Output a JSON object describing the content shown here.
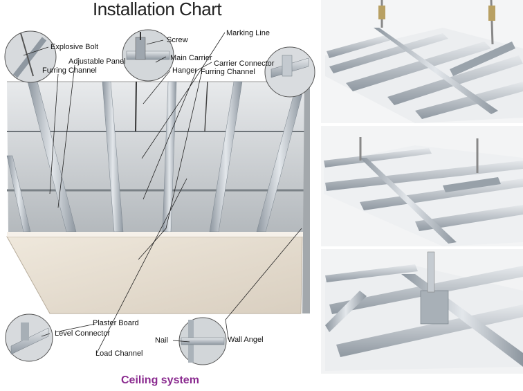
{
  "title": "Installation Chart",
  "caption": "Ceiling system",
  "labels": {
    "explosive_bolt": "Explosive Bolt",
    "adjustable_panel": "Adjustable Panel",
    "furring_channel_left": "Furring Channel",
    "screw": "Screw",
    "main_carrier": "Main Carrier",
    "hanger": "Hanger",
    "marking_line": "Marking Line",
    "carrier_connector": "Carrier Connector",
    "furring_channel_right": "Furring Channel",
    "level_connector": "Level Connector",
    "plaster_board": "Plaster Board",
    "nail": "Nail",
    "load_channel": "Load Channel",
    "wall_angel": "Wall Angel"
  },
  "colors": {
    "steel": "#b9c2cc",
    "steel_dark": "#7f8a94",
    "ceiling_gray": "#c9ccce",
    "plaster": "#e6ddd0",
    "caption": "#8a2a8f"
  }
}
